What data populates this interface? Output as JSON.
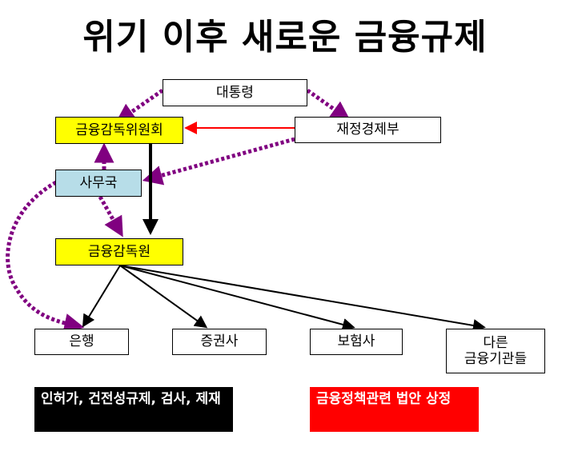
{
  "title": "위기 이후 새로운 금융규제",
  "nodes": {
    "president": "대통령",
    "finance_ministry": "재정경제부",
    "fsc": "금융감독위원회",
    "secretariat": "사무국",
    "fss": "금융감독원",
    "bank": "은행",
    "securities": "증권사",
    "insurance": "보험사",
    "other_line1": "다른",
    "other_line2": "금융기관들"
  },
  "notes": {
    "fss_powers": "인허가, 건전성규제, 검사, 제재",
    "mofe_powers": "금융정책관련 법안 상정"
  },
  "colors": {
    "purple_dotted": "#800080",
    "red_arrow": "#ff0000",
    "yellow": "#ffff00",
    "cyan": "#b7dde8"
  }
}
